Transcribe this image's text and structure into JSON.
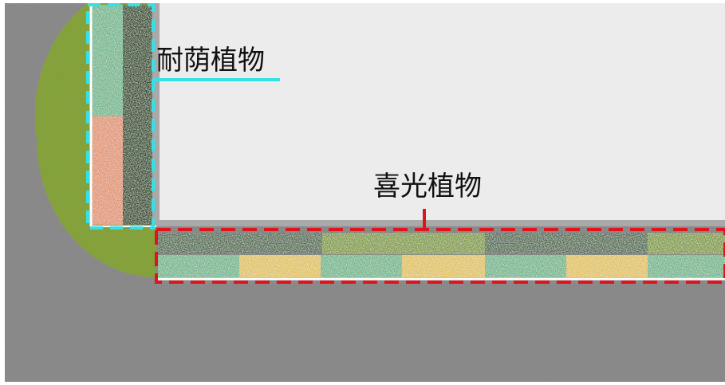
{
  "labels": {
    "shade_plants": "耐荫植物",
    "sun_plants": "喜光植物"
  },
  "colors": {
    "pavement": "#8f8f8f",
    "building": "#ececec",
    "lawn": "#8aa83f",
    "shade_marker": "#35e0e6",
    "sun_marker": "#e0141b",
    "hedge_dark_green": "#4f6b4d",
    "hedge_olive": "#7f9a3c",
    "hedge_light_green": "#6fb58a",
    "hedge_yellow": "#e0c15a",
    "hedge_salmon": "#e0926e",
    "hedge_forest": "#2f4a24"
  },
  "shade_bed": {
    "blocks": [
      "light-green",
      "salmon"
    ],
    "back_row": "forest"
  },
  "sun_bed": {
    "back_row": [
      "dark-green",
      "olive",
      "dark-green",
      "olive"
    ],
    "front_row": [
      "light-green",
      "yellow",
      "light-green",
      "yellow",
      "light-green",
      "yellow",
      "light-green"
    ]
  }
}
